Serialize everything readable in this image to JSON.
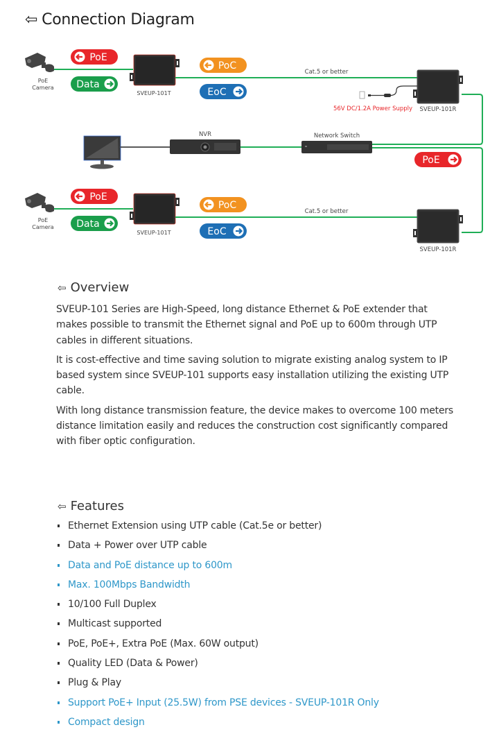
{
  "header": {
    "title": "Connection Diagram",
    "arrow_icon": "left-arrow-icon"
  },
  "colors": {
    "cable_green": "#1fae56",
    "poe_red": "#e8262a",
    "data_green": "#1a9e4b",
    "poc_orange": "#f29220",
    "eoc_blue": "#1e6fb5",
    "power_text_red": "#e8262a",
    "device_dark": "#2f2f2f",
    "highlight_blue": "#2e97c9"
  },
  "diagram": {
    "row1": {
      "camera_label_1": "PoE",
      "camera_label_2": "Camera",
      "poe_badge": "PoE",
      "data_badge": "Data",
      "transmitter_label": "SVEUP-101T",
      "poc_badge": "PoC",
      "eoc_badge": "EoC",
      "cable_label": "Cat.5 or better",
      "receiver_label": "SVEUP-101R",
      "power_supply_label": "56V DC/1.2A Power Supply"
    },
    "middle": {
      "nvr_label": "NVR",
      "switch_label": "Network Switch",
      "poe_badge": "PoE"
    },
    "row2": {
      "camera_label_1": "PoE",
      "camera_label_2": "Camera",
      "poe_badge": "PoE",
      "data_badge": "Data",
      "transmitter_label": "SVEUP-101T",
      "poc_badge": "PoC",
      "eoc_badge": "EoC",
      "cable_label": "Cat.5 or better",
      "receiver_label": "SVEUP-101R"
    }
  },
  "overview": {
    "title": "Overview",
    "paragraphs": [
      "SVEUP-101 Series are High-Speed, long distance Ethernet & PoE extender that makes possible to transmit the Ethernet signal and PoE up to 600m through UTP cables in different situations.",
      "It is cost-effective and time saving solution to migrate existing analog system to IP based system since SVEUP-101 supports easy installation utilizing the existing UTP cable.",
      "With long distance transmission feature, the device makes to overcome 100 meters distance limitation easily and reduces the construction cost significantly compared with fiber optic configuration."
    ]
  },
  "features": {
    "title": "Features",
    "items": [
      {
        "text": "Ethernet Extension using UTP cable (Cat.5e or better)",
        "highlight": false
      },
      {
        "text": "Data + Power over UTP cable",
        "highlight": false
      },
      {
        "text": "Data and PoE distance up to 600m",
        "highlight": true
      },
      {
        "text": "Max. 100Mbps Bandwidth",
        "highlight": true
      },
      {
        "text": "10/100 Full Duplex",
        "highlight": false
      },
      {
        "text": "Multicast supported",
        "highlight": false
      },
      {
        "text": "PoE, PoE+, Extra PoE (Max. 60W output)",
        "highlight": false
      },
      {
        "text": "Quality LED (Data & Power)",
        "highlight": false
      },
      {
        "text": "Plug & Play",
        "highlight": false
      },
      {
        "text": "Support PoE+ Input (25.5W) from PSE devices - SVEUP-101R Only",
        "highlight": true
      },
      {
        "text": "Compact design",
        "highlight": true
      }
    ]
  }
}
